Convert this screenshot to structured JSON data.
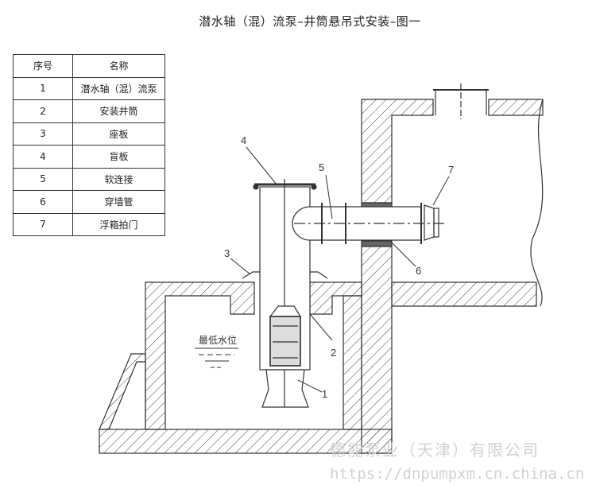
{
  "title": "潜水轴（混）流泵–井筒悬吊式安装–图一",
  "parts_table": {
    "headers": [
      "序号",
      "名称"
    ],
    "rows": [
      {
        "no": "1",
        "name": "潜水轴（混）流泵"
      },
      {
        "no": "2",
        "name": "安装井筒"
      },
      {
        "no": "3",
        "name": "座板"
      },
      {
        "no": "4",
        "name": "盲板"
      },
      {
        "no": "5",
        "name": "软连接"
      },
      {
        "no": "6",
        "name": "穿墙管"
      },
      {
        "no": "7",
        "name": "浮箱拍门"
      }
    ]
  },
  "callouts": [
    "1",
    "2",
    "3",
    "4",
    "5",
    "6",
    "7"
  ],
  "water_level_label": "最低水位",
  "watermark": {
    "company": "德能泵业（天津）有限公司",
    "url": "https://dnpumpxm.cn.china.cn"
  }
}
